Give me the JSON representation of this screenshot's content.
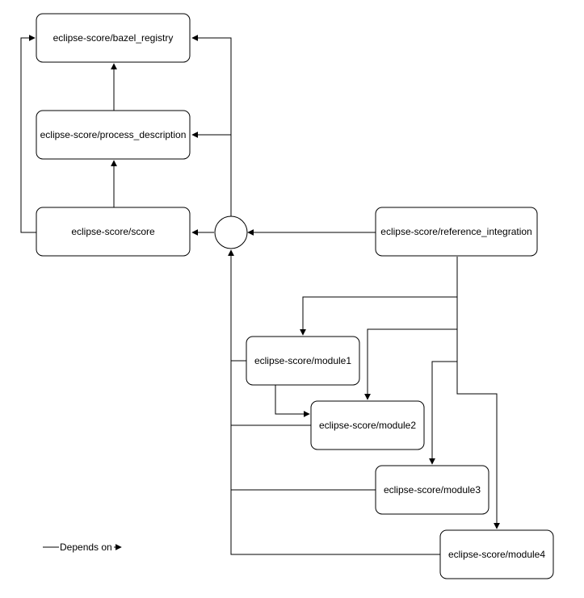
{
  "diagram": {
    "nodes": {
      "bazel_registry": "eclipse-score/bazel_registry",
      "process_description": "eclipse-score/process_description",
      "score": "eclipse-score/score",
      "reference_integration": "eclipse-score/reference_integration",
      "module1": "eclipse-score/module1",
      "module2": "eclipse-score/module2",
      "module3": "eclipse-score/module3",
      "module4": "eclipse-score/module4"
    },
    "legend": {
      "label": "Depends on"
    },
    "colors": {
      "stroke": "#000000",
      "fill": "#ffffff"
    }
  }
}
